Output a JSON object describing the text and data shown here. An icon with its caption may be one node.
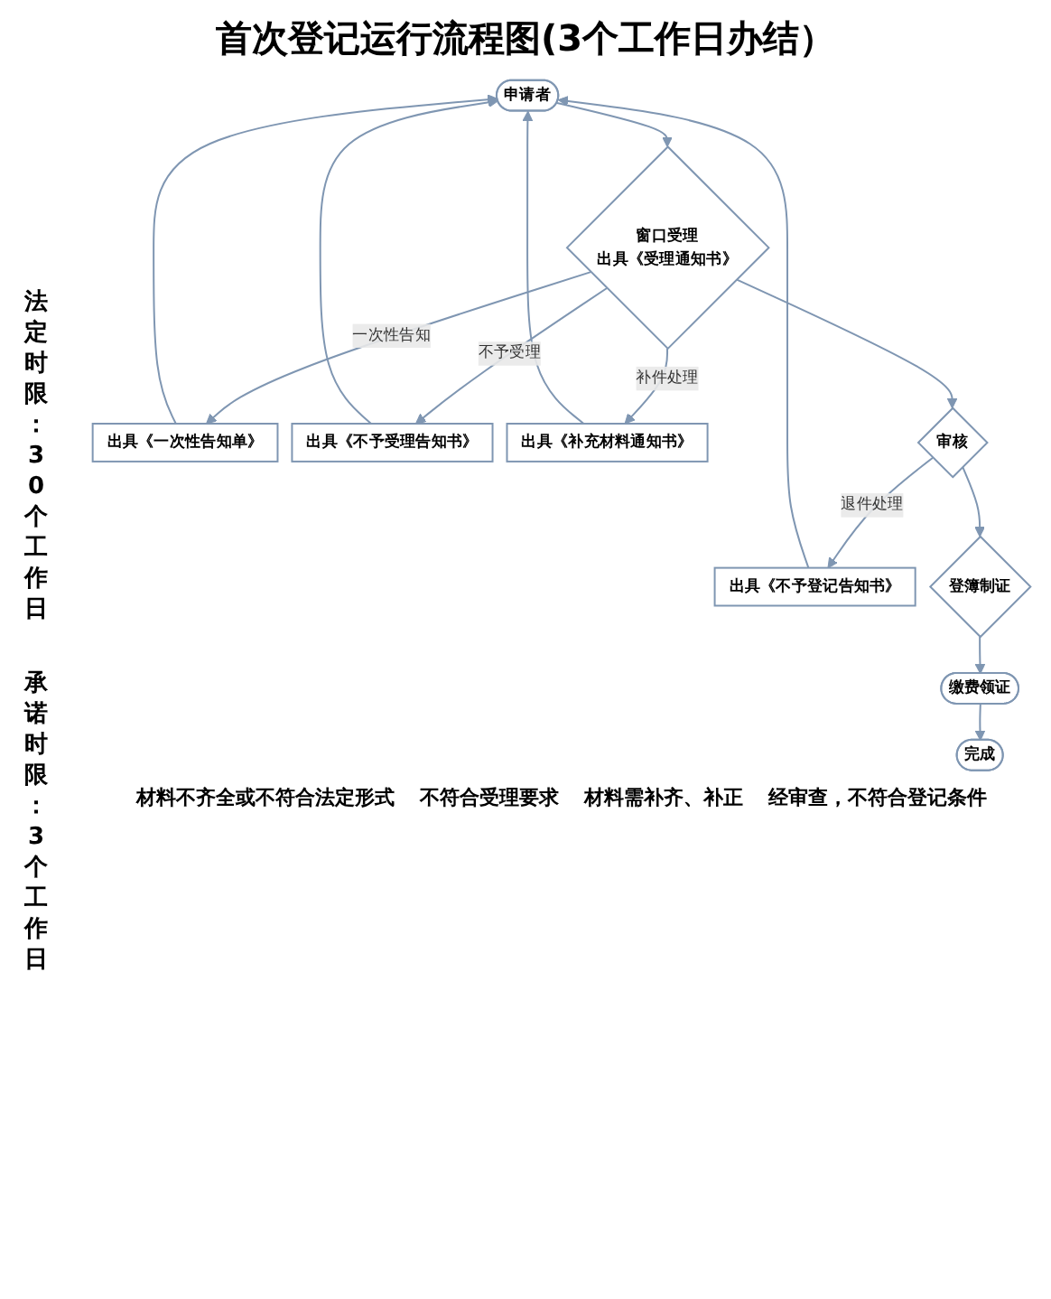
{
  "diagram": {
    "title": "首次登记运行流程图(3个工作日办结）",
    "nodes": [
      {
        "text": [
          "申请者"
        ]
      },
      {
        "text": [
          "出具《一次性告知单》"
        ]
      },
      {
        "text": [
          "出具《不予受理告知书》"
        ]
      },
      {
        "text": [
          "窗口受理",
          "出具《受理通知书》"
        ]
      },
      {
        "text": [
          "出具《补充材料通知书》"
        ]
      },
      {
        "text": [
          "审核"
        ]
      },
      {
        "text": [
          "出具《不予登记告知书》"
        ]
      },
      {
        "text": [
          "登簿制证"
        ]
      },
      {
        "text": [
          "缴费领证"
        ]
      },
      {
        "text": [
          "完成"
        ]
      }
    ],
    "edges": [
      {
        "from": 0,
        "to": 3,
        "arrow": "to"
      },
      {
        "from": 3,
        "to": 1,
        "arrow": "to",
        "label": "一次性告知"
      },
      {
        "from": 1,
        "to": 0,
        "arrow": "to"
      },
      {
        "from": 3,
        "to": 2,
        "arrow": "to",
        "label": "不予受理"
      },
      {
        "from": 2,
        "to": 0,
        "arrow": "to"
      },
      {
        "from": 3,
        "to": 4,
        "arrow": "to",
        "label": "补件处理"
      },
      {
        "from": 3,
        "to": 5,
        "arrow": "to"
      },
      {
        "from": 4,
        "to": 0,
        "arrow": "to"
      },
      {
        "from": 5,
        "to": 6,
        "arrow": "to",
        "label": "退件处理"
      },
      {
        "from": 6,
        "to": 0,
        "arrow": "to"
      },
      {
        "from": 5,
        "to": 7,
        "arrow": "to"
      },
      {
        "from": 7,
        "to": 8,
        "arrow": "to"
      },
      {
        "from": 8,
        "to": 9,
        "arrow": "to"
      }
    ],
    "labels": [
      "材料不齐全或不符合法定形式",
      "不符合受理要求",
      "法定时限：30个工作日",
      "材料需补齐、补正",
      "经审查，不符合登记条件",
      "承诺时限：3个工作日"
    ]
  }
}
